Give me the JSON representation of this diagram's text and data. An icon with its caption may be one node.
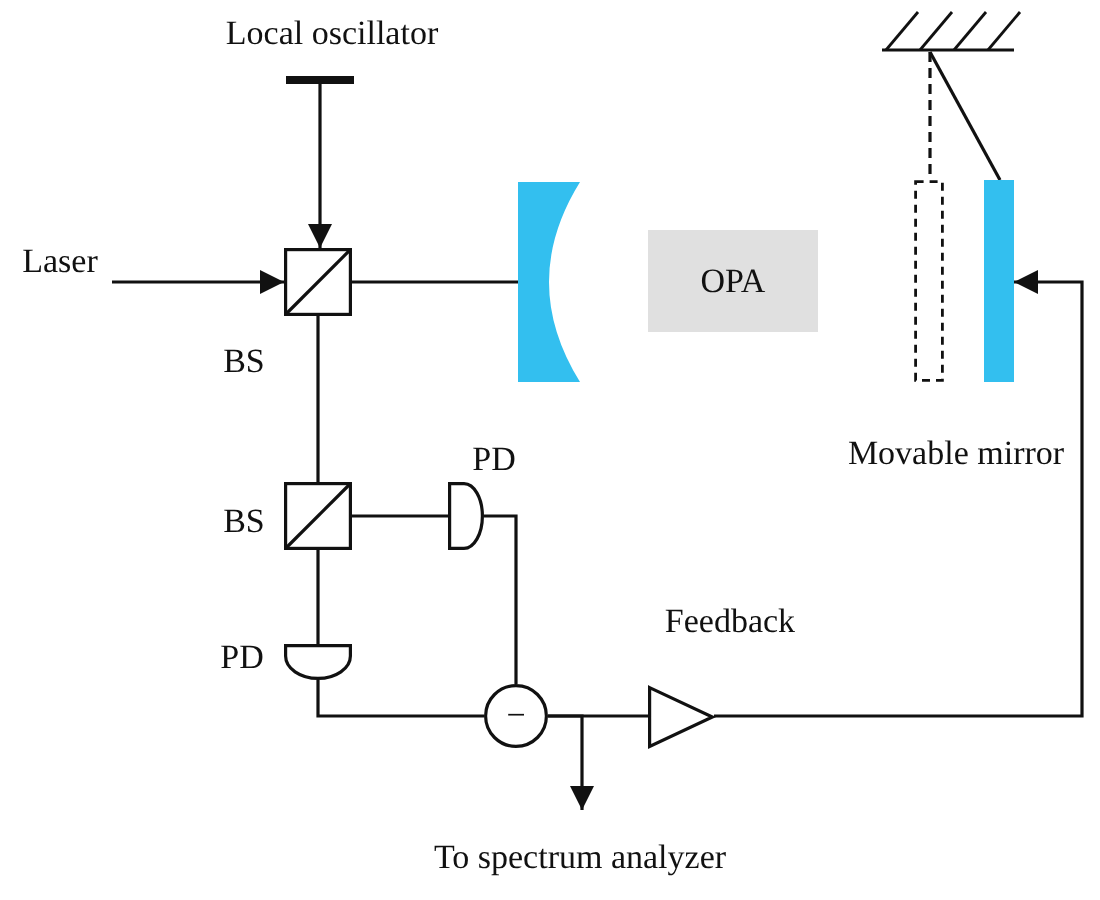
{
  "diagram": {
    "nodes": [
      {
        "text": [
          "Local oscillator"
        ]
      },
      {
        "text": [
          "Laser"
        ]
      },
      {
        "text": [
          "BS"
        ]
      },
      {
        "text": [],
        "shape": "mirror"
      },
      {
        "text": [
          "OPA"
        ]
      },
      {
        "text": [
          "Movable mirror"
        ]
      },
      {
        "text": [
          "BS"
        ]
      },
      {
        "text": [
          "PD"
        ]
      },
      {
        "text": [
          "PD"
        ]
      },
      {
        "text": [
          "−"
        ]
      },
      {
        "text": [
          "Feedback"
        ]
      },
      {
        "text": [
          "To spectrum analyzer"
        ]
      },
      {
        "text": [],
        "shape": "bar"
      },
      {
        "text": [],
        "shape": "box"
      }
    ],
    "edges": [
      {
        "from": 0,
        "to": 2,
        "arrow": "to"
      },
      {
        "from": 1,
        "to": 2,
        "arrow": "to"
      },
      {
        "from": 2,
        "to": 3,
        "arrow": "none"
      },
      {
        "from": 2,
        "to": 6,
        "arrow": "none"
      },
      {
        "from": 6,
        "to": 7,
        "arrow": "none"
      },
      {
        "from": 6,
        "to": 8,
        "arrow": "none"
      },
      {
        "from": 7,
        "to": 9,
        "arrow": "none"
      },
      {
        "from": 8,
        "to": 9,
        "arrow": "none"
      },
      {
        "from": 9,
        "to": 10,
        "arrow": "none"
      },
      {
        "from": 9,
        "to": 11,
        "arrow": "to"
      },
      {
        "from": 10,
        "to": 5,
        "arrow": "to"
      },
      {
        "from": 12,
        "to": 5,
        "arrow": "none"
      },
      {
        "from": 12,
        "to": 13,
        "arrow": "none",
        "style": "dashed"
      }
    ]
  }
}
